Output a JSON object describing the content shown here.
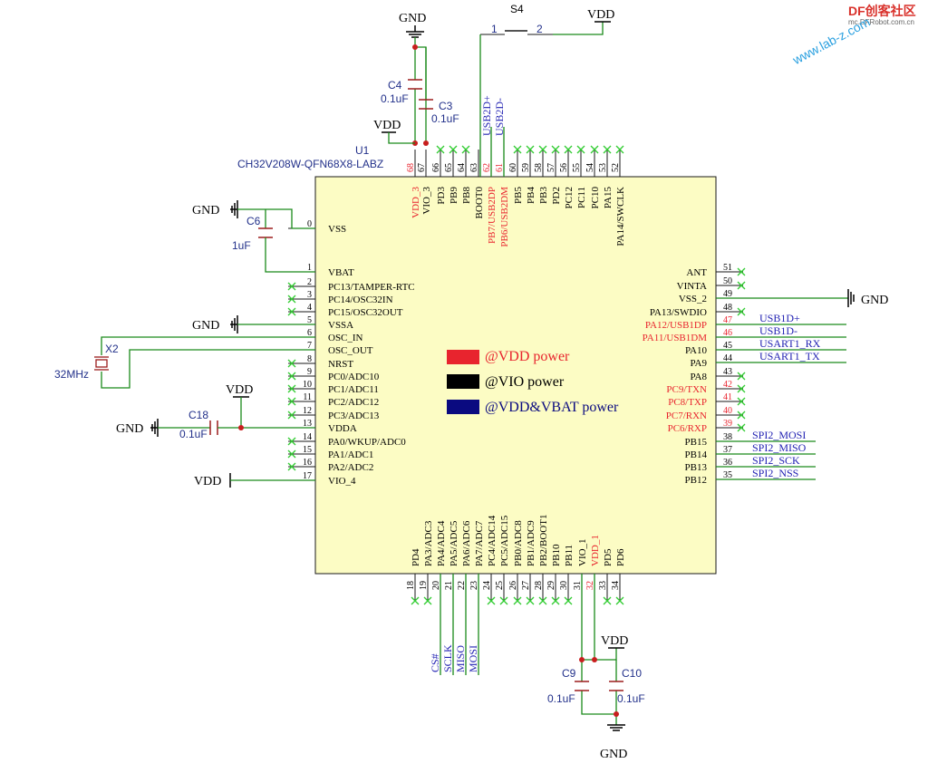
{
  "logo": {
    "brand": "DF创客社区",
    "site": "mc.DFRobot.com.cn",
    "watermark": "www.lab-z.com"
  },
  "chip": {
    "ref": "U1",
    "part": "CH32V208W-QFN68X8-LABZ",
    "left_pins": [
      {
        "num": "0",
        "name": "VSS",
        "color": "#000"
      },
      {
        "num": "1",
        "name": "VBAT",
        "color": "#000"
      },
      {
        "num": "2",
        "name": "PC13/TAMPER-RTC",
        "color": "#000"
      },
      {
        "num": "3",
        "name": "PC14/OSC32IN",
        "color": "#000"
      },
      {
        "num": "4",
        "name": "PC15/OSC32OUT",
        "color": "#000"
      },
      {
        "num": "5",
        "name": "VSSA",
        "color": "#000"
      },
      {
        "num": "6",
        "name": "OSC_IN",
        "color": "#000"
      },
      {
        "num": "7",
        "name": "OSC_OUT",
        "color": "#000"
      },
      {
        "num": "8",
        "name": "NRST",
        "color": "#000"
      },
      {
        "num": "9",
        "name": "PC0/ADC10",
        "color": "#000"
      },
      {
        "num": "10",
        "name": "PC1/ADC11",
        "color": "#000"
      },
      {
        "num": "11",
        "name": "PC2/ADC12",
        "color": "#000"
      },
      {
        "num": "12",
        "name": "PC3/ADC13",
        "color": "#000"
      },
      {
        "num": "13",
        "name": "VDDA",
        "color": "#000"
      },
      {
        "num": "14",
        "name": "PA0/WKUP/ADC0",
        "color": "#000"
      },
      {
        "num": "15",
        "name": "PA1/ADC1",
        "color": "#000"
      },
      {
        "num": "16",
        "name": "PA2/ADC2",
        "color": "#000"
      },
      {
        "num": "17",
        "name": "VIO_4",
        "color": "#000"
      }
    ],
    "right_pins": [
      {
        "num": "51",
        "name": "ANT",
        "color": "#000"
      },
      {
        "num": "50",
        "name": "VINTA",
        "color": "#000"
      },
      {
        "num": "49",
        "name": "VSS_2",
        "color": "#000"
      },
      {
        "num": "48",
        "name": "PA13/SWDIO",
        "color": "#000"
      },
      {
        "num": "47",
        "name": "PA12/USB1DP",
        "color": "#e8242e"
      },
      {
        "num": "46",
        "name": "PA11/USB1DM",
        "color": "#e8242e"
      },
      {
        "num": "45",
        "name": "PA10",
        "color": "#000"
      },
      {
        "num": "44",
        "name": "PA9",
        "color": "#000"
      },
      {
        "num": "43",
        "name": "PA8",
        "color": "#000"
      },
      {
        "num": "42",
        "name": "PC9/TXN",
        "color": "#e8242e"
      },
      {
        "num": "41",
        "name": "PC8/TXP",
        "color": "#e8242e"
      },
      {
        "num": "40",
        "name": "PC7/RXN",
        "color": "#e8242e"
      },
      {
        "num": "39",
        "name": "PC6/RXP",
        "color": "#e8242e"
      },
      {
        "num": "38",
        "name": "PB15",
        "color": "#000"
      },
      {
        "num": "37",
        "name": "PB14",
        "color": "#000"
      },
      {
        "num": "36",
        "name": "PB13",
        "color": "#000"
      },
      {
        "num": "35",
        "name": "PB12",
        "color": "#000"
      }
    ],
    "top_pins": [
      {
        "num": "68",
        "name": "VDD_3",
        "color": "#e8242e"
      },
      {
        "num": "67",
        "name": "VIO_3",
        "color": "#000"
      },
      {
        "num": "66",
        "name": "PD3",
        "color": "#000"
      },
      {
        "num": "65",
        "name": "PB9",
        "color": "#000"
      },
      {
        "num": "64",
        "name": "PB8",
        "color": "#000"
      },
      {
        "num": "63",
        "name": "BOOT0",
        "color": "#000"
      },
      {
        "num": "62",
        "name": "PB7/USB2DP",
        "color": "#e8242e"
      },
      {
        "num": "61",
        "name": "PB6/USB2DM",
        "color": "#e8242e"
      },
      {
        "num": "60",
        "name": "PB5",
        "color": "#000"
      },
      {
        "num": "59",
        "name": "PB4",
        "color": "#000"
      },
      {
        "num": "58",
        "name": "PB3",
        "color": "#000"
      },
      {
        "num": "57",
        "name": "PD2",
        "color": "#000"
      },
      {
        "num": "56",
        "name": "PC12",
        "color": "#000"
      },
      {
        "num": "55",
        "name": "PC11",
        "color": "#000"
      },
      {
        "num": "54",
        "name": "PC10",
        "color": "#000"
      },
      {
        "num": "53",
        "name": "PA15",
        "color": "#000"
      },
      {
        "num": "52",
        "name": "PA14/SWCLK",
        "color": "#000"
      }
    ],
    "bottom_pins": [
      {
        "num": "18",
        "name": "PD4",
        "color": "#000"
      },
      {
        "num": "19",
        "name": "PA3/ADC3",
        "color": "#000"
      },
      {
        "num": "20",
        "name": "PA4/ADC4",
        "color": "#000"
      },
      {
        "num": "21",
        "name": "PA5/ADC5",
        "color": "#000"
      },
      {
        "num": "22",
        "name": "PA6/ADC6",
        "color": "#000"
      },
      {
        "num": "23",
        "name": "PA7/ADC7",
        "color": "#000"
      },
      {
        "num": "24",
        "name": "PC4/ADC14",
        "color": "#000"
      },
      {
        "num": "25",
        "name": "PC5/ADC15",
        "color": "#000"
      },
      {
        "num": "26",
        "name": "PB0/ADC8",
        "color": "#000"
      },
      {
        "num": "27",
        "name": "PB1/ADC9",
        "color": "#000"
      },
      {
        "num": "28",
        "name": "PB2/BOOT1",
        "color": "#000"
      },
      {
        "num": "29",
        "name": "PB10",
        "color": "#000"
      },
      {
        "num": "30",
        "name": "PB11",
        "color": "#000"
      },
      {
        "num": "31",
        "name": "VIO_1",
        "color": "#000"
      },
      {
        "num": "32",
        "name": "VDD_1",
        "color": "#e8242e"
      },
      {
        "num": "33",
        "name": "PD5",
        "color": "#000"
      },
      {
        "num": "34",
        "name": "PD6",
        "color": "#000"
      }
    ]
  },
  "legend": [
    {
      "label": "@VDD power",
      "color": "#e8242e"
    },
    {
      "label": "@VIO power",
      "color": "#000000"
    },
    {
      "label": "@VDD&VBAT power",
      "color": "#0a0a80"
    }
  ],
  "nets": {
    "usb1dp": "USB1D+",
    "usb1dm": "USB1D-",
    "usart_rx": "USART1_RX",
    "usart_tx": "USART1_TX",
    "spi_mosi": "SPI2_MOSI",
    "spi_miso": "SPI2_MISO",
    "spi_sck": "SPI2_SCK",
    "spi_nss": "SPI2_NSS",
    "usb2dp": "USB2D+",
    "usb2dm": "USB2D-",
    "cs": "CS#",
    "sclk": "SCLK",
    "miso": "MISO",
    "mosi": "MOSI"
  },
  "power": {
    "gnd": "GND",
    "vdd": "VDD"
  },
  "parts": {
    "s4": {
      "ref": "S4",
      "pin1": "1",
      "pin2": "2"
    },
    "c4": {
      "ref": "C4",
      "value": "0.1uF"
    },
    "c3": {
      "ref": "C3",
      "value": "0.1uF"
    },
    "c6": {
      "ref": "C6",
      "value": "1uF"
    },
    "x2": {
      "ref": "X2",
      "value": "32MHz"
    },
    "c18": {
      "ref": "C18",
      "value": "0.1uF"
    },
    "c9": {
      "ref": "C9",
      "value": "0.1uF"
    },
    "c10": {
      "ref": "C10",
      "value": "0.1uF"
    }
  },
  "colors": {
    "chip_fill": "#fcfcc4",
    "wire": "#1a8a1a",
    "pin": "#1a1a1a",
    "part": "#9c1c1c",
    "net": "#2323b3",
    "nc": "#33cc33"
  }
}
